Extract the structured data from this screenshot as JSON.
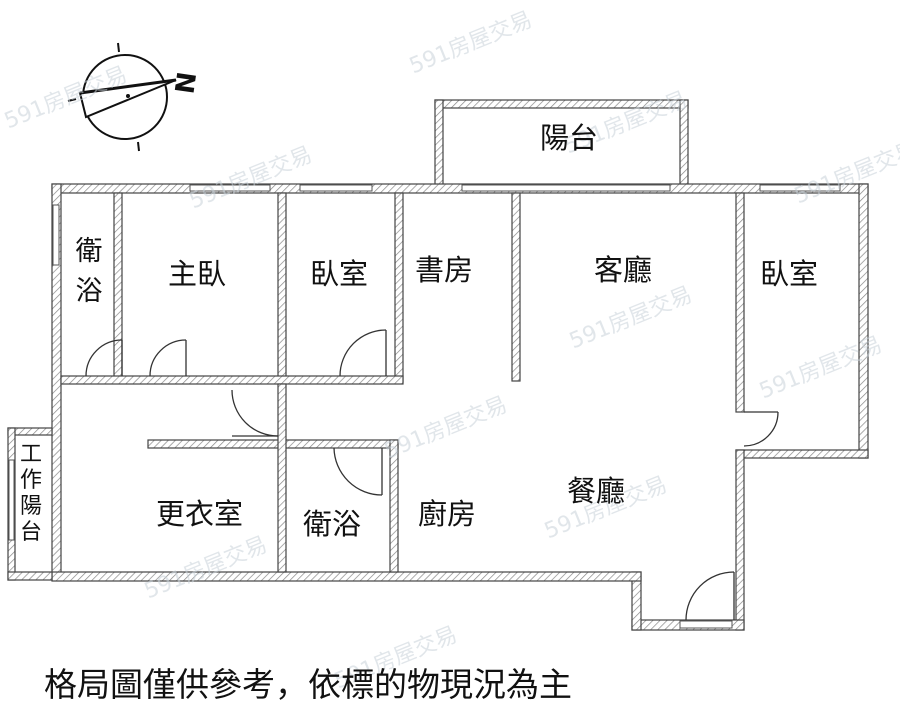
{
  "rooms": {
    "balcony": "陽台",
    "bath_left": "衛浴",
    "master_bedroom": "主臥",
    "bedroom_middle": "臥室",
    "study": "書房",
    "living_room": "客廳",
    "bedroom_right": "臥室",
    "work_balcony": "工作陽台",
    "closet": "更衣室",
    "bath_middle": "衛浴",
    "kitchen": "廚房",
    "dining_room": "餐廳"
  },
  "compass": {
    "north_letter": "N"
  },
  "watermark": "591房屋交易",
  "caption": "格局圖僅供參考，依標的物現況為主"
}
